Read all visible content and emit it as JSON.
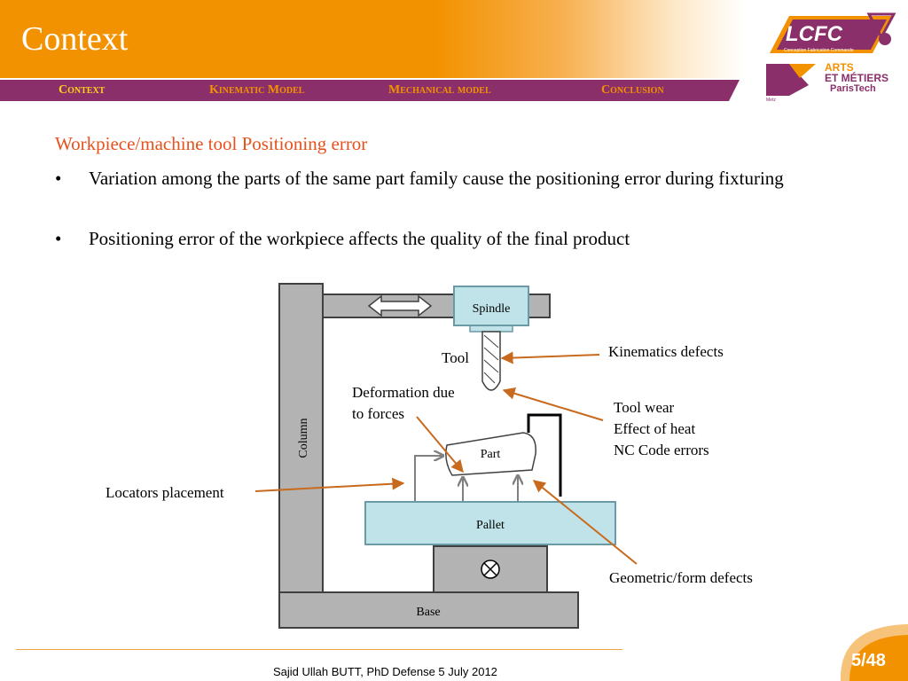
{
  "slide": {
    "title": "Context",
    "heading": "Workpiece/machine tool Positioning error",
    "bullets": [
      "Variation among the parts of the same part family cause the positioning error during fixturing",
      "Positioning error of the workpiece affects the quality of the final product"
    ],
    "bullet_symbol": "•"
  },
  "nav": {
    "items": [
      "Context",
      "Kinematic Model",
      "Mechanical model",
      "Conclusion"
    ],
    "active_index": 0
  },
  "logo": {
    "lcfc": "LCFC",
    "lcfc_sub": "Conception Fabrication Commande",
    "arts": "ARTS",
    "et_metiers": "ET MÉTIERS",
    "paristech": "ParisTech",
    "metz": "Metz"
  },
  "diagram": {
    "spindle": "Spindle",
    "tool": "Tool",
    "column": "Column",
    "part": "Part",
    "pallet": "Pallet",
    "base": "Base",
    "kinematics_defects": "Kinematics defects",
    "deformation_line1": "Deformation due",
    "deformation_line2": "to forces",
    "tool_wear": "Tool wear",
    "effect_of_heat": "Effect of heat",
    "nc_code_errors": "NC Code errors",
    "locators_placement": "Locators placement",
    "geometric_defects": "Geometric/form defects"
  },
  "footer": {
    "text": "Sajid Ullah BUTT, PhD Defense 5 July 2012",
    "page": "5/48"
  },
  "colors": {
    "orange": "#f39200",
    "purple": "#8b2f6a",
    "heading": "#e8501c",
    "arrow": "#c86a1e",
    "light_blue": "#bfe3e8",
    "gray": "#b3b3b3"
  }
}
